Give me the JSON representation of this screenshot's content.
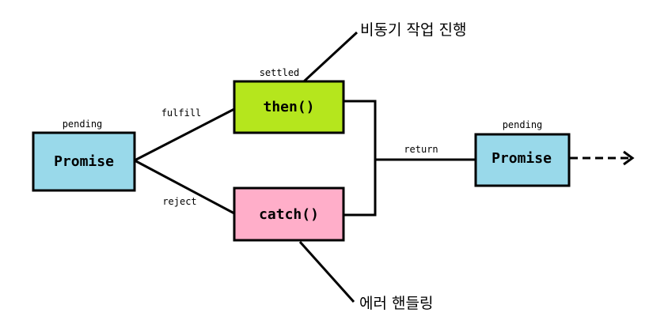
{
  "diagram": {
    "nodes": {
      "promise_start": {
        "label": "Promise",
        "state": "pending",
        "fill": "#99d9ea"
      },
      "then": {
        "label": "then()",
        "state": "settled",
        "fill": "#b5e61d"
      },
      "catch": {
        "label": "catch()",
        "fill": "#ffaec9"
      },
      "promise_end": {
        "label": "Promise",
        "state": "pending",
        "fill": "#99d9ea"
      }
    },
    "edges": {
      "fulfill": "fulfill",
      "reject": "reject",
      "return": "return"
    },
    "annotations": {
      "async_work": "비동기 작업 진행",
      "error_handling": "에러 핸들링"
    }
  }
}
